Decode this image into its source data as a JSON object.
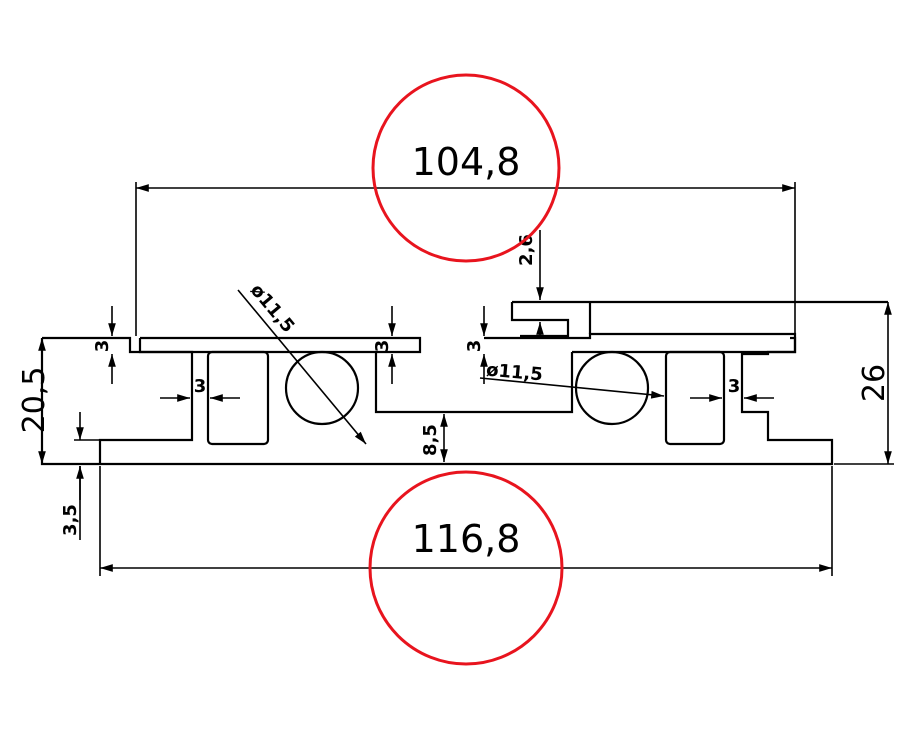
{
  "dimensions": {
    "top_width": "104,8",
    "bottom_width": "116,8",
    "height_left": "20,5",
    "height_right": "26",
    "offset_bottom_left": "3,5",
    "lip_top": "2,6",
    "slot_depth": "8,5",
    "wall_left": "3",
    "wall_slot_left": "3",
    "wall_slot_right": "3",
    "web_left": "3",
    "web_right": "3",
    "hole_left": "ø11,5",
    "hole_right": "ø11,5"
  },
  "colors": {
    "line": "#000000",
    "highlight_circle": "#e8141e",
    "background": "#ffffff"
  }
}
